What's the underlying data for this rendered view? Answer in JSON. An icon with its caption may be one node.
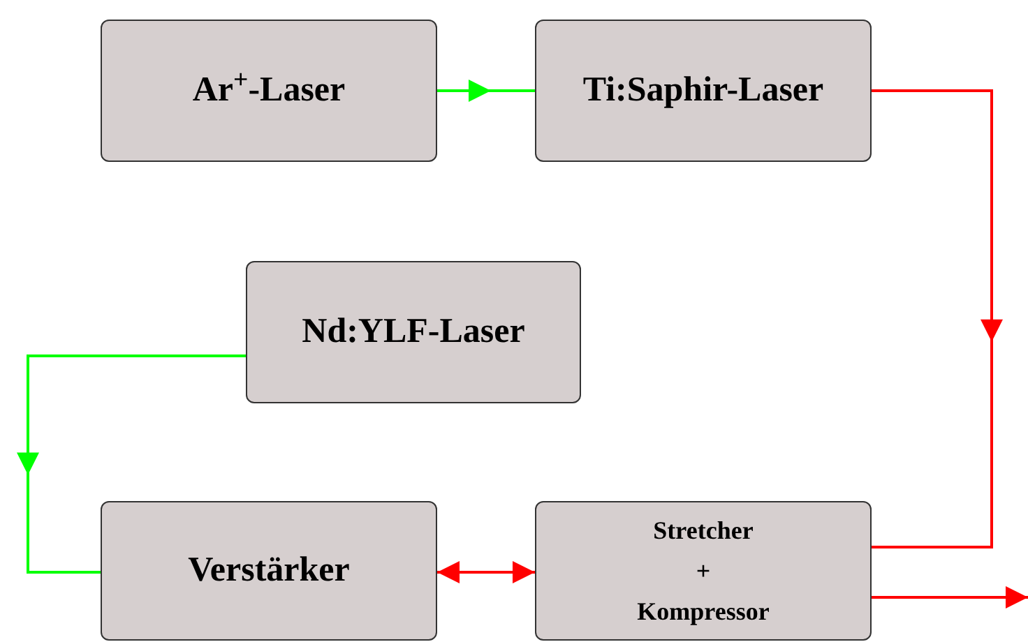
{
  "diagram": {
    "nodes": [
      {
        "text": [
          "Ar$^{+}$-Laser"
        ]
      },
      {
        "text": [
          "Ti:Saphir-Laser"
        ]
      },
      {
        "text": [
          "Nd:YLF-Laser"
        ]
      },
      {
        "text": [
          "Verstärker"
        ]
      },
      {
        "text": [
          "Stretcher + Kompressor"
        ]
      }
    ],
    "edges": [
      {
        "from": 0,
        "to": 1,
        "arrow": "to",
        "color": "#00ff00"
      },
      {
        "from": 1,
        "to": 4,
        "arrow": "to",
        "color": "#ff0000"
      },
      {
        "from": 2,
        "to": 3,
        "arrow": "to",
        "color": "#00ff00"
      },
      {
        "from": 4,
        "to": 3,
        "arrow": "both",
        "color": "#ff0000"
      },
      {
        "from": 4,
        "to": null,
        "arrow": "to",
        "color": "#ff0000"
      }
    ]
  }
}
